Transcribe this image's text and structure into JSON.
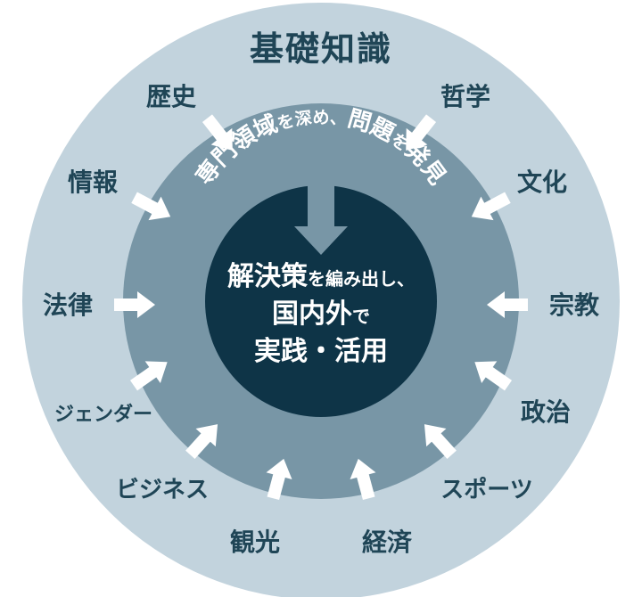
{
  "colors": {
    "outer_ring": "#c2d3dd",
    "middle_ring": "#7896a6",
    "core": "#0e3447",
    "label_text": "#1f4556",
    "arrow": "#ffffff"
  },
  "outer_ring": {
    "title": "基礎知識",
    "labels": [
      "歴史",
      "哲学",
      "情報",
      "文化",
      "法律",
      "宗教",
      "ジェンダー",
      "政治",
      "ビジネス",
      "スポーツ",
      "観光",
      "経済"
    ]
  },
  "middle_ring": {
    "arc_text_1": "専門領域",
    "arc_text_2": "を深め、",
    "arc_text_3": "問題",
    "arc_text_4": "を",
    "arc_text_5": "発見"
  },
  "core": {
    "line1_bold": "解決策",
    "line1_small": "を編み出し、",
    "line2_bold": "国内外",
    "line2_small": "で",
    "line3": "実践・活用"
  }
}
